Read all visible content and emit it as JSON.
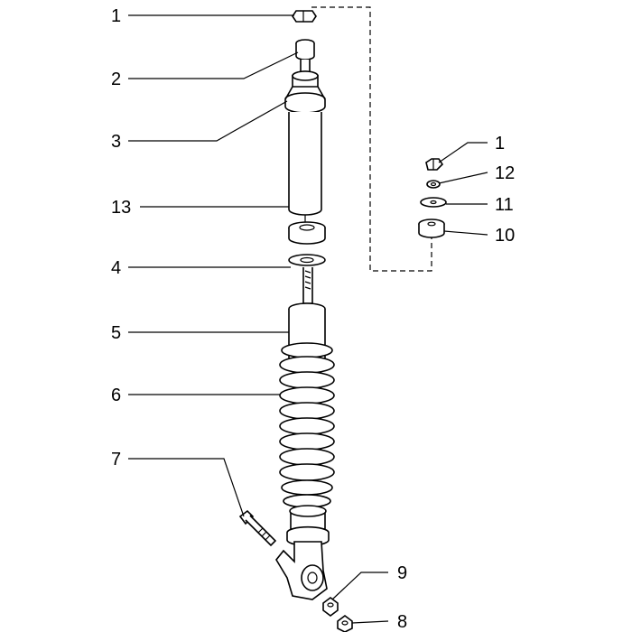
{
  "colors": {
    "ink": "#000000",
    "paper": "#ffffff"
  },
  "callouts": {
    "top_nut": "1",
    "bushing": "2",
    "upper_cup": "3",
    "dust_cover": "13",
    "stop_ring": "4",
    "damper_body": "5",
    "spring": "6",
    "bolt": "7",
    "nut_bottom": "8",
    "washer_bottom": "9",
    "detail_nut": "1",
    "detail_washer_small": "12",
    "detail_washer_flat": "11",
    "detail_rubber_bush": "10"
  }
}
